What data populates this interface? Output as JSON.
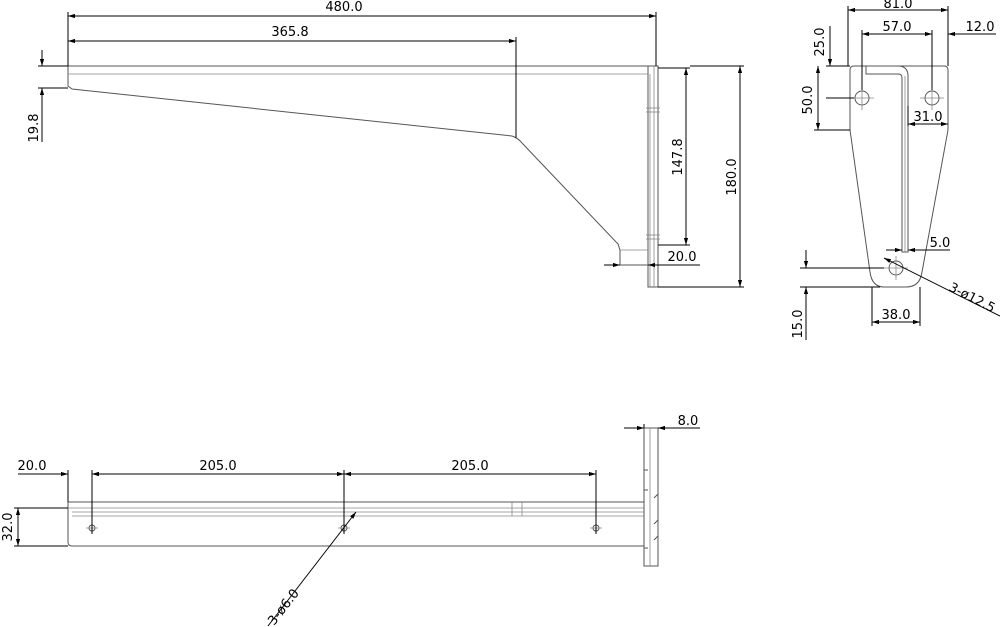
{
  "dimensions": {
    "top_overall_length": "480.0",
    "top_arm_length": "365.8",
    "top_thickness": "19.8",
    "top_inner_height": "147.8",
    "top_total_height": "180.0",
    "top_foot": "20.0",
    "side_width": "81.0",
    "side_hole_span": "57.0",
    "side_edge": "12.0",
    "side_flange": "25.0",
    "side_hole_height": "50.0",
    "side_hole_offset": "31.0",
    "side_small": "5.0",
    "side_holes": "3-ø12.5",
    "side_bottom_height": "15.0",
    "side_bottom_width": "38.0",
    "bottom_plate": "8.0",
    "bottom_start": "20.0",
    "bottom_pitch_1": "205.0",
    "bottom_pitch_2": "205.0",
    "bottom_height": "32.0",
    "bottom_holes": "3-ø6.0"
  }
}
